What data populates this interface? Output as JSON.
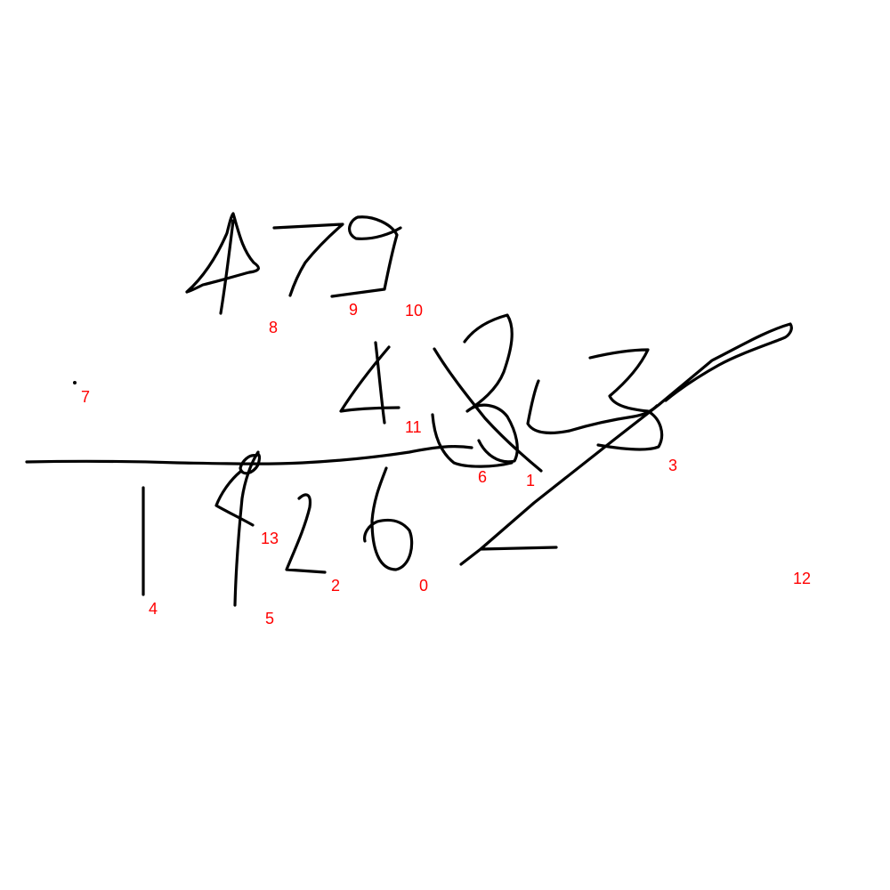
{
  "canvas": {
    "background": "#ffffff",
    "ink_color": "#000000",
    "label_color": "#ff0000"
  },
  "labels": {
    "l0": "0",
    "l1": "1",
    "l2": "2",
    "l3": "3",
    "l4": "4",
    "l5": "5",
    "l6": "6",
    "l7": "7",
    "l8": "8",
    "l9": "9",
    "l10": "10",
    "l11": "11",
    "l12": "12",
    "l13": "13"
  }
}
